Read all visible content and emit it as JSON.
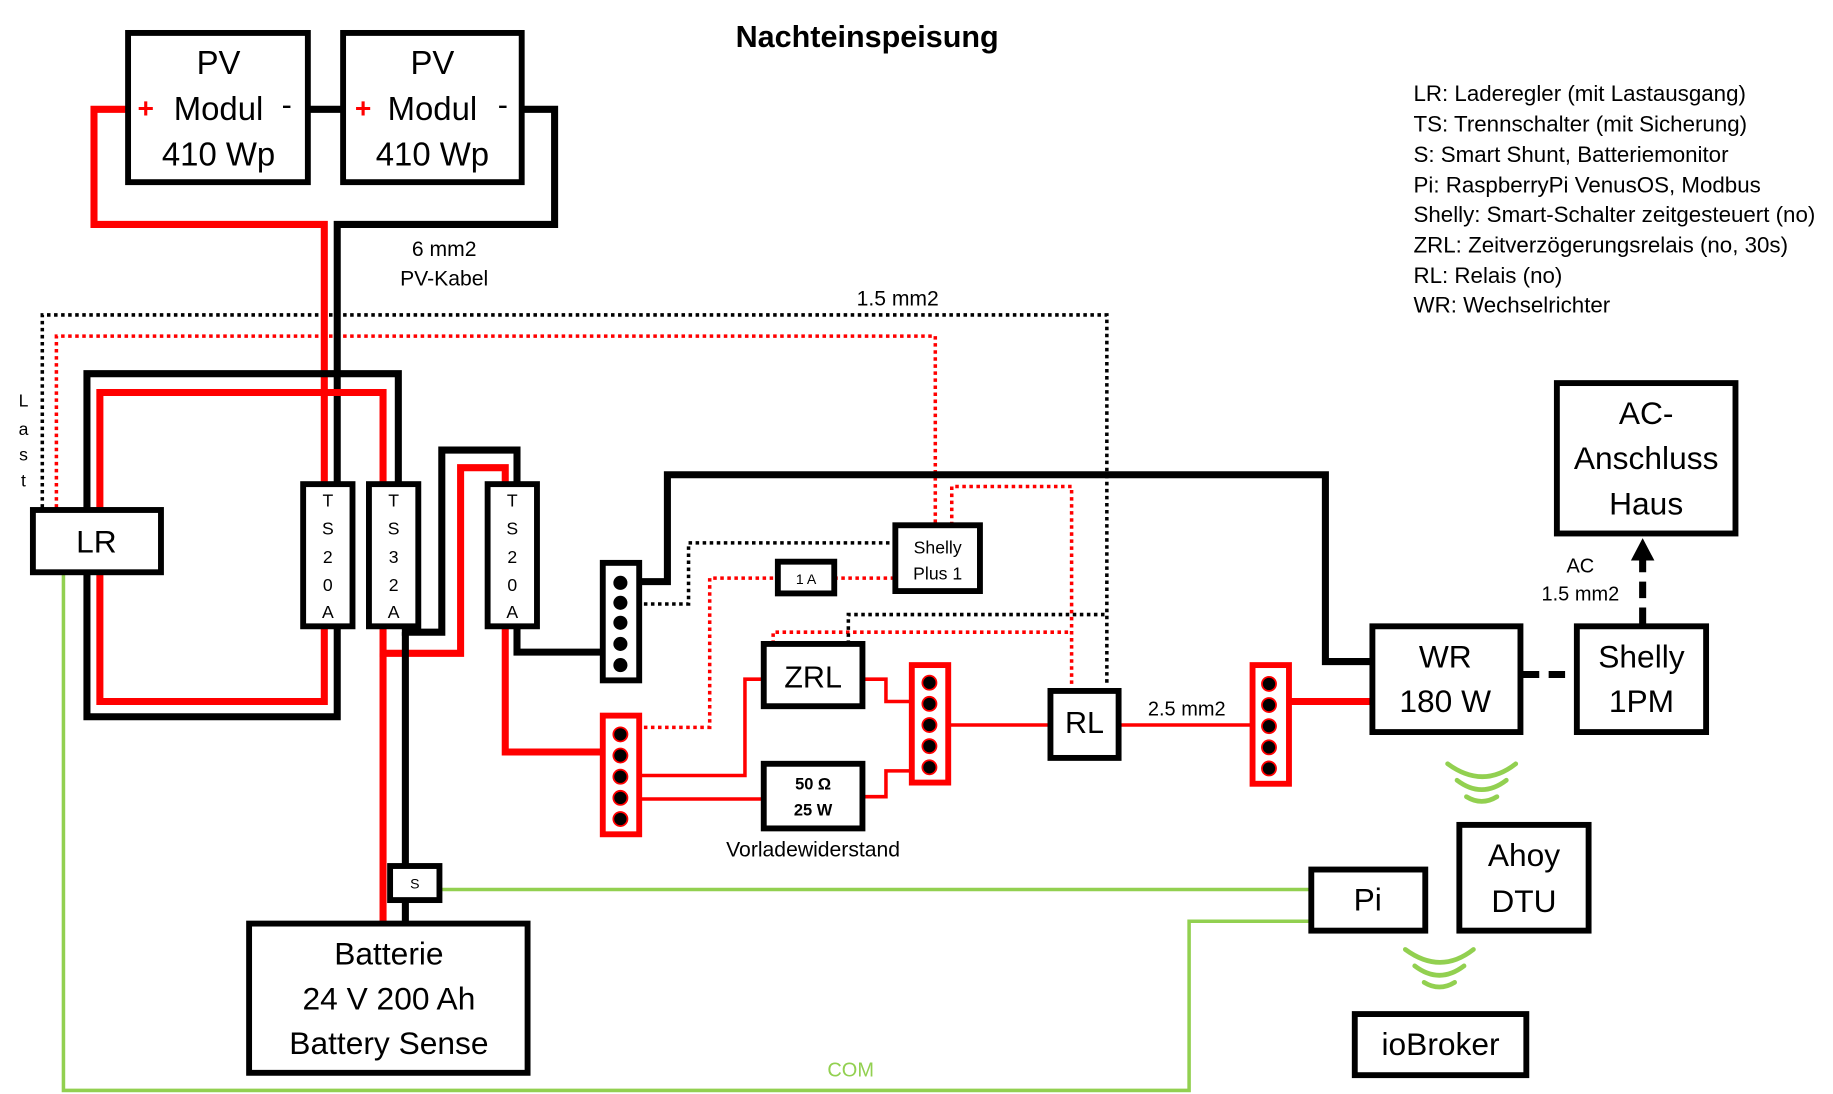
{
  "title": "Nachteinspeisung",
  "colors": {
    "plus_wire": "#ff0000",
    "minus_wire": "#000000",
    "com_wire": "#92d050"
  },
  "legend": [
    "LR: Laderegler (mit Lastausgang)",
    "TS: Trennschalter (mit Sicherung)",
    "S: Smart Shunt, Batteriemonitor",
    "Pi: RaspberryPi VenusOS, Modbus",
    "Shelly: Smart-Schalter zeitgesteuert (no)",
    "ZRL: Zeitverzögerungsrelais (no, 30s)",
    "RL: Relais (no)",
    "WR: Wechselrichter"
  ],
  "components": {
    "pv1": {
      "line1": "PV",
      "line2": "Modul",
      "line3": "410 Wp",
      "plus": "+",
      "minus": "-"
    },
    "pv2": {
      "line1": "PV",
      "line2": "Modul",
      "line3": "410 Wp",
      "plus": "+",
      "minus": "-"
    },
    "lr": {
      "label": "LR"
    },
    "ts1": {
      "chars": [
        "T",
        "S",
        "2",
        "0",
        "A"
      ]
    },
    "ts2": {
      "chars": [
        "T",
        "S",
        "3",
        "2",
        "A"
      ]
    },
    "ts3": {
      "chars": [
        "T",
        "S",
        "2",
        "0",
        "A"
      ]
    },
    "shelly_plus": {
      "line1": "Shelly",
      "line2": "Plus 1"
    },
    "fuse": {
      "label": "1 A"
    },
    "zrl": {
      "label": "ZRL"
    },
    "resistor": {
      "line1": "50 Ω",
      "line2": "25 W",
      "caption": "Vorladewiderstand"
    },
    "rl": {
      "label": "RL"
    },
    "wr": {
      "line1": "WR",
      "line2": "180 W"
    },
    "shelly_1pm": {
      "line1": "Shelly",
      "line2": "1PM"
    },
    "ac_house": {
      "line1": "AC-",
      "line2": "Anschluss",
      "line3": "Haus"
    },
    "shunt": {
      "label": "S"
    },
    "battery": {
      "line1": "Batterie",
      "line2": "24 V 200 Ah",
      "line3": "Battery Sense"
    },
    "pi": {
      "label": "Pi"
    },
    "ahoy": {
      "line1": "Ahoy",
      "line2": "DTU"
    },
    "iobroker": {
      "label": "ioBroker"
    }
  },
  "wire_labels": {
    "pv_cable_line1": "6 mm2",
    "pv_cable_line2": "PV-Kabel",
    "control_cable": "1.5 mm2",
    "last_chars": [
      "L",
      "a",
      "s",
      "t"
    ],
    "rl_cable": "2.5 mm2",
    "ac_line1": "AC",
    "ac_line2": "1.5 mm2",
    "com": "COM"
  }
}
